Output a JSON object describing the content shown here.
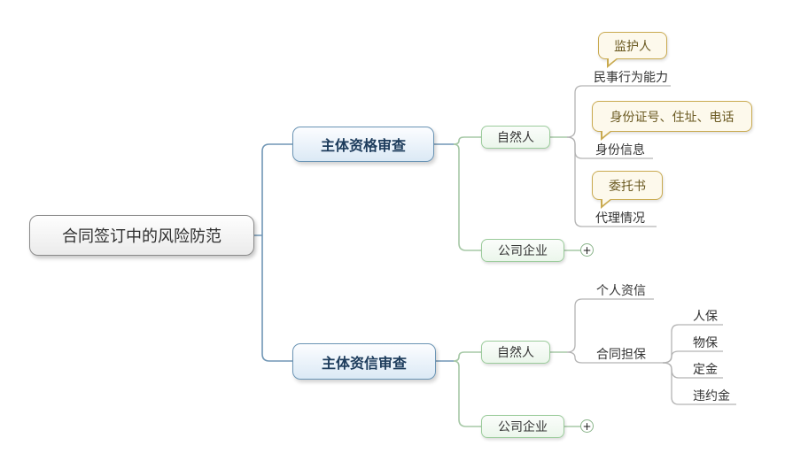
{
  "root": {
    "label": "合同签订中的风险防范"
  },
  "branches": [
    {
      "label": "主体资格审查",
      "children": [
        {
          "label": "自然人",
          "children": [
            {
              "label": "民事行为能力",
              "callout": "监护人"
            },
            {
              "label": "身份信息",
              "callout": "身份证号、住址、电话"
            },
            {
              "label": "代理情况",
              "callout": "委托书"
            }
          ]
        },
        {
          "label": "公司企业",
          "collapsed": true
        }
      ]
    },
    {
      "label": "主体资信审查",
      "children": [
        {
          "label": "自然人",
          "children": [
            {
              "label": "个人资信"
            },
            {
              "label": "合同担保",
              "children": [
                {
                  "label": "人保"
                },
                {
                  "label": "物保"
                },
                {
                  "label": "定金"
                },
                {
                  "label": "违约金"
                }
              ]
            }
          ]
        },
        {
          "label": "公司企业",
          "collapsed": true
        }
      ]
    }
  ],
  "icons": {
    "expand_plus": "+"
  },
  "colors": {
    "background": "#ffffff",
    "root_border": "#8a8a8a",
    "main_topic_border": "#6a94b4",
    "main_topic_text": "#1d3c5c",
    "sub_topic_border": "#9ccc9c",
    "callout_border": "#c9aa50",
    "callout_fill": "#fdf9ec",
    "callout_text": "#6b5a22",
    "connector_blue": "#7096b5",
    "connector_green": "#a6c8a6",
    "connector_gray": "#b3b3b3",
    "label_text": "#333333"
  }
}
